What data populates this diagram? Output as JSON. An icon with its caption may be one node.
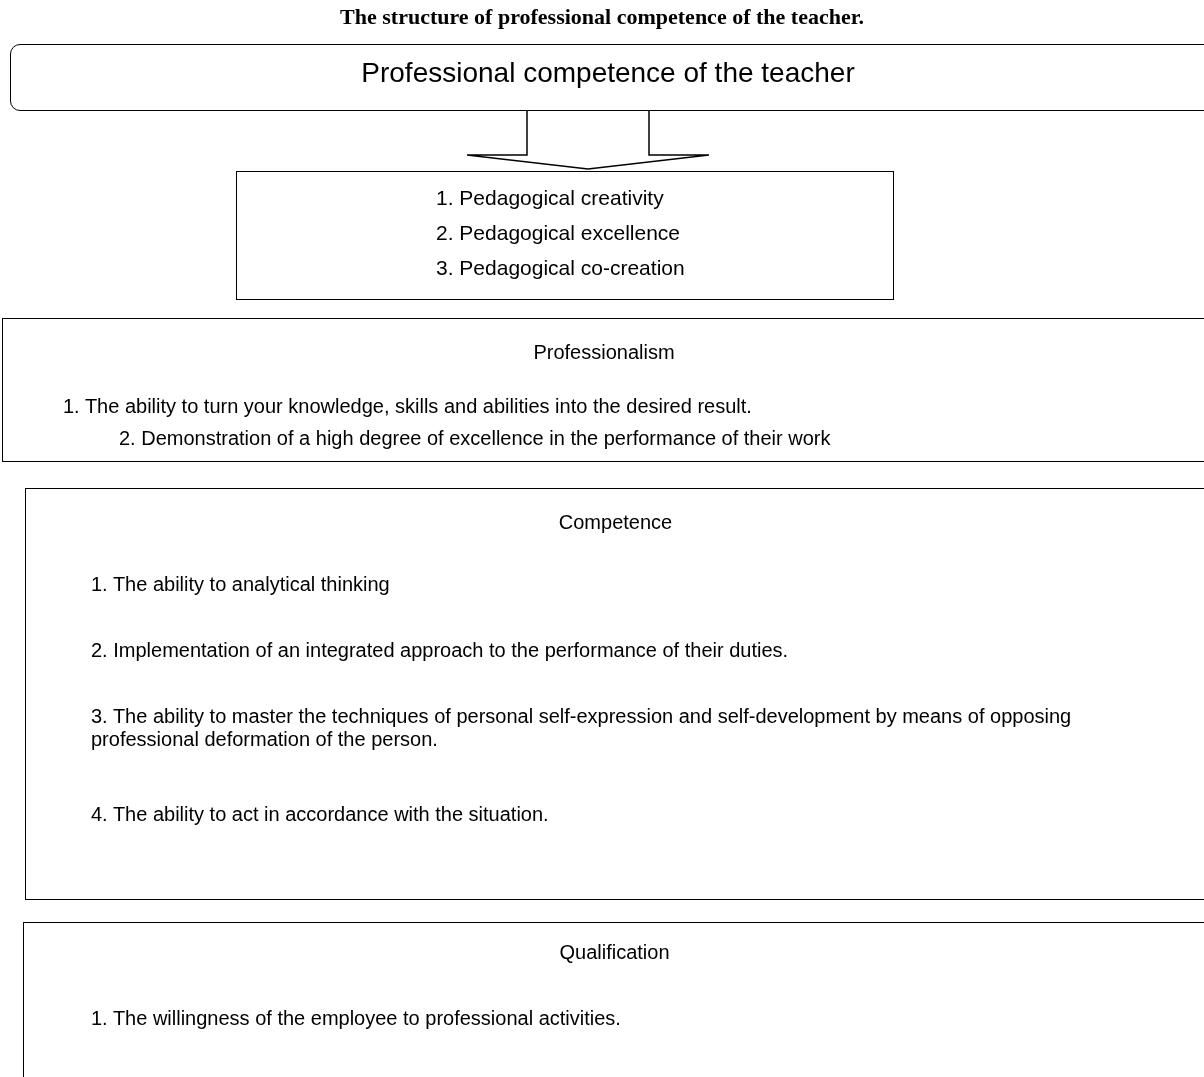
{
  "diagram": {
    "title": "The structure of professional competence of the teacher.",
    "nodes": [
      {
        "text": [
          "Professional competence of the teacher"
        ]
      },
      {
        "text": [
          "1. Pedagogical creativity",
          "2. Pedagogical excellence",
          "3. Pedagogical co-creation"
        ]
      },
      {
        "text": [
          "Professionalism",
          "1. The ability to turn your knowledge, skills and abilities into the desired result.",
          "2. Demonstration of a high degree of excellence in the performance of their work"
        ]
      },
      {
        "text": [
          "Competence",
          "1. The ability to analytical thinking",
          "2. Implementation of an integrated approach to the performance of their duties.",
          "3. The ability to master the techniques of personal self-expression and self-development by means of opposing professional deformation of the person.",
          "4. The ability to act in accordance with the situation."
        ]
      },
      {
        "text": [
          "Qualification",
          "1. The willingness of the employee to professional activities."
        ]
      }
    ],
    "edges": [
      {
        "from": 0,
        "to": 1,
        "arrow": "to"
      }
    ]
  }
}
